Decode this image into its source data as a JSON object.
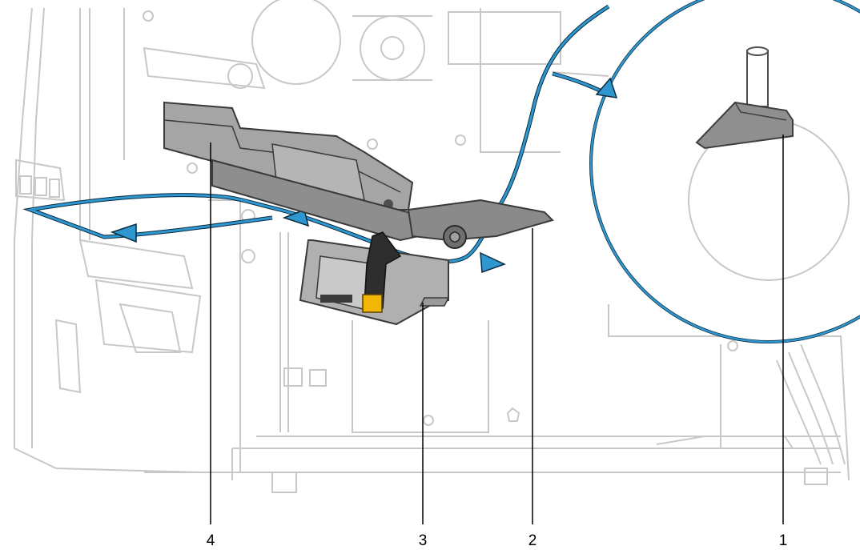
{
  "callouts": [
    {
      "number": "1",
      "target": "supply-spindle-guide"
    },
    {
      "number": "2",
      "target": "media-guide-plate"
    },
    {
      "number": "3",
      "target": "printhead-assembly"
    },
    {
      "number": "4",
      "target": "upper-roller-assembly"
    }
  ],
  "colors": {
    "media_path": "#2f97d0",
    "media_path_outline": "#0a2a3e",
    "printer_line": "#c8c8c8",
    "mechanism_fill": "#9a9a9a",
    "mechanism_dark": "#4f4f4f",
    "accent_yellow": "#f2b705",
    "callout_line": "#000000"
  }
}
